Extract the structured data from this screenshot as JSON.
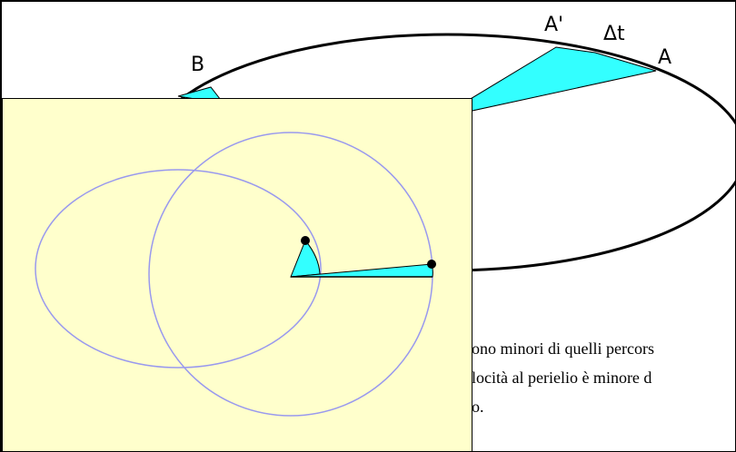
{
  "diagram": {
    "labels": {
      "a_prime": "A'",
      "delta_t": "Δt",
      "a": "A",
      "b": "B"
    },
    "colors": {
      "ellipse_stroke": "#000000",
      "sector_fill": "#33ffff",
      "inset_background": "#ffffcc",
      "inset_orbit_stroke": "#9999ee",
      "point_fill": "#000000"
    }
  },
  "text_fragments": [
    "ono minori di quelli percors",
    "locità al perielio è minore d",
    "o."
  ]
}
